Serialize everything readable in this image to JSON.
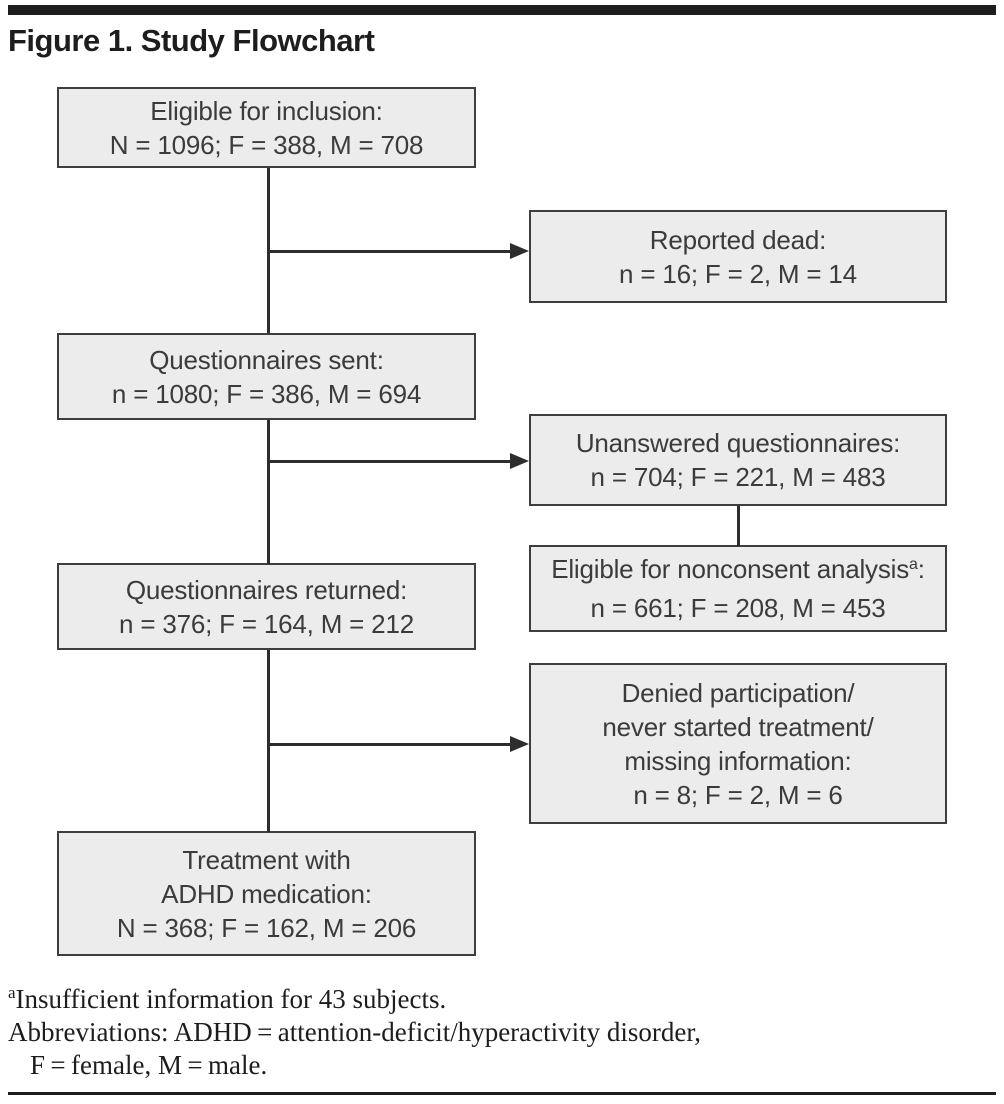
{
  "figure": {
    "title": "Figure 1. Study Flowchart"
  },
  "colors": {
    "box_fill": "#ececec",
    "box_border": "#3e3e3e",
    "line": "#2d2d2d",
    "box_text": "#3b3b3b",
    "ink": "#1d1d1d"
  },
  "flowchart": {
    "main_boxes": [
      {
        "id": "eligible-for-inclusion",
        "lines": [
          "Eligible for inclusion:",
          "N = 1096; F = 388, M = 708"
        ]
      },
      {
        "id": "questionnaires-sent",
        "lines": [
          "Questionnaires sent:",
          "n = 1080; F = 386, M = 694"
        ]
      },
      {
        "id": "questionnaires-returned",
        "lines": [
          "Questionnaires returned:",
          "n = 376; F = 164, M = 212"
        ]
      },
      {
        "id": "treatment-with-adhd-medication",
        "lines": [
          "Treatment with",
          "ADHD medication:",
          "N = 368; F = 162, M = 206"
        ]
      }
    ],
    "side_boxes": [
      {
        "id": "reported-dead",
        "lines": [
          "Reported dead:",
          "n = 16; F = 2, M = 14"
        ]
      },
      {
        "id": "unanswered-questionnaires",
        "lines": [
          "Unanswered questionnaires:",
          "n = 704; F = 221, M = 483"
        ]
      },
      {
        "id": "eligible-for-nonconsent-analysis",
        "line1_pre": "Eligible for nonconsent analysis",
        "line1_sup": "a",
        "line1_post": ":",
        "line2": "n = 661; F = 208, M = 453"
      },
      {
        "id": "denied-participation",
        "lines": [
          "Denied participation/",
          "never started treatment/",
          "missing information:",
          "n = 8; F = 2, M = 6"
        ]
      }
    ]
  },
  "footnotes": {
    "note_sup": "a",
    "note_text": "Insufficient information for 43 subjects.",
    "abbrev_line1": "Abbreviations: ADHD = attention-deficit/hyperactivity disorder,",
    "abbrev_line2": "F = female, M = male."
  }
}
